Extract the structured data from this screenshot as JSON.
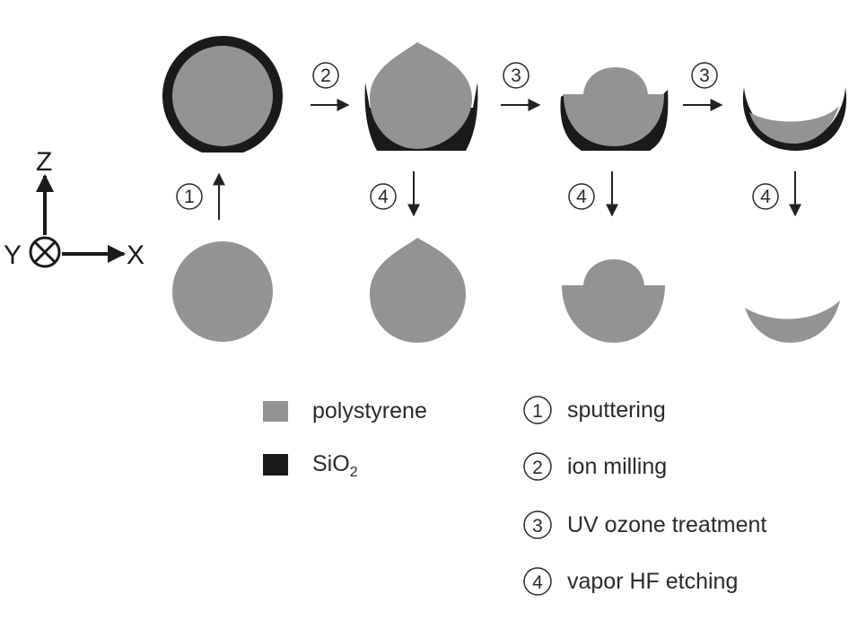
{
  "colors": {
    "polystyrene": "#939393",
    "sio2": "#1a1a1a",
    "arrow": "#222222",
    "text": "#2a2a2a"
  },
  "axes": {
    "z_label": "Z",
    "x_label": "X",
    "y_label": "Y",
    "y_symbol": "into-page-circle-cross"
  },
  "process_arrows": {
    "a1": "1",
    "a2": "2",
    "a3": "3",
    "a4": "3",
    "v2": "4",
    "v3": "4",
    "v4": "4"
  },
  "legend": {
    "materials": [
      {
        "label": "polystyrene"
      },
      {
        "label": "SiO",
        "subscript": "2"
      }
    ],
    "steps": [
      {
        "num": "1",
        "label": "sputtering"
      },
      {
        "num": "2",
        "label": "ion milling"
      },
      {
        "num": "3",
        "label": "UV ozone treatment"
      },
      {
        "num": "4",
        "label": "vapor HF etching"
      }
    ]
  }
}
